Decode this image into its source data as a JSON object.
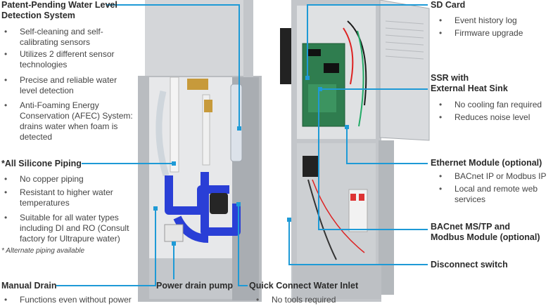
{
  "left_column": {
    "level_detection": {
      "heading_line1": "Patent-Pending Water Level",
      "heading_line2": "Detection System",
      "bullets": [
        [
          "Self-cleaning and self-",
          "calibrating sensors"
        ],
        [
          "Utilizes 2 different sensor",
          "technologies"
        ],
        [
          "Precise and reliable water",
          "level detection"
        ],
        [
          "Anti-Foaming Energy",
          "Conservation (AFEC) System:",
          "drains water when foam is",
          "detected"
        ]
      ]
    },
    "silicone_piping": {
      "heading": "*All Silicone Piping",
      "bullets": [
        [
          "No copper piping"
        ],
        [
          "Resistant to higher water",
          "temperatures"
        ],
        [
          "Suitable for all water types",
          "including DI and RO (Consult",
          "factory for Ultrapure water)"
        ]
      ],
      "note": "* Alternate piping available"
    },
    "manual_drain": {
      "heading": "Manual Drain",
      "bullet": "Functions even without power"
    }
  },
  "bottom_labels": {
    "power_drain_pump": "Power drain pump",
    "water_inlet": {
      "heading": "Quick Connect Water Inlet",
      "bullet": "No tools required"
    }
  },
  "right_column": {
    "sd_card": {
      "heading": "SD Card",
      "bullets": [
        "Event history log",
        "Firmware upgrade"
      ]
    },
    "ssr": {
      "heading_line1": "SSR with",
      "heading_line2": "External Heat Sink",
      "bullets": [
        "No cooling fan required",
        "Reduces noise level"
      ]
    },
    "ethernet": {
      "heading": "Ethernet Module (optional)",
      "bullets": [
        [
          "BACnet IP or Modbus IP"
        ],
        [
          "Local and remote web",
          "services"
        ]
      ]
    },
    "bacnet": {
      "heading_line1": "BACnet MS/TP and",
      "heading_line2": "Modbus Module (optional)"
    },
    "disconnect": {
      "heading": "Disconnect switch"
    }
  },
  "bullet_char": "•",
  "colors": {
    "accent": "#1e9ad6",
    "pipe_blue": "#2a3fd6",
    "cabinet_gray": "#c9ccd0"
  }
}
